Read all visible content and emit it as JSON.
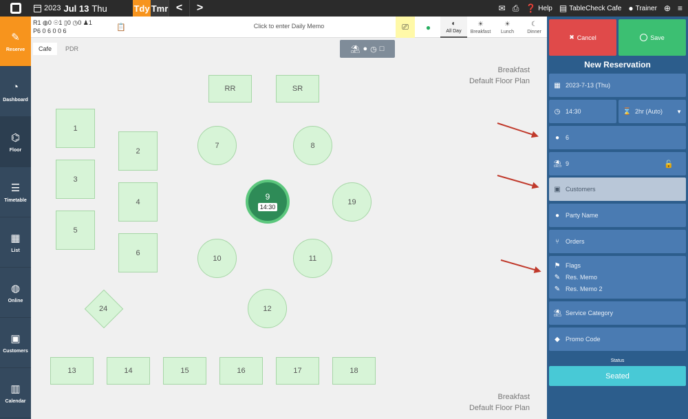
{
  "topbar": {
    "year": "2023",
    "date": "Jul 13",
    "dow": "Thu",
    "today": "Tdy",
    "tomorrow": "Tmr",
    "prev": "<",
    "next": ">",
    "help": "Help",
    "venue": "TableCheck Cafe",
    "user": "Trainer"
  },
  "sidebar": {
    "items": [
      {
        "label": "Reserve",
        "icon": "edit-icon"
      },
      {
        "label": "Dashboard",
        "icon": "gauge-icon"
      },
      {
        "label": "Floor",
        "icon": "shapes-icon"
      },
      {
        "label": "Timetable",
        "icon": "timetable-icon"
      },
      {
        "label": "List",
        "icon": "list-icon"
      },
      {
        "label": "Online",
        "icon": "globe-icon"
      },
      {
        "label": "Customers",
        "icon": "id-card-icon"
      },
      {
        "label": "Calendar",
        "icon": "calendar-icon"
      }
    ]
  },
  "stats": {
    "row1": "R1 ◍0 ☉1 ▯0 ◷0 ♟1",
    "row2": "P6   0   6   0   0   6"
  },
  "memo": "Click to enter Daily Memo",
  "services": [
    {
      "label": "All Day",
      "icon": "◐"
    },
    {
      "label": "Breakfast",
      "icon": "☀"
    },
    {
      "label": "Lunch",
      "icon": "☀"
    },
    {
      "label": "Dinner",
      "icon": "☾"
    }
  ],
  "floor": {
    "tabs": [
      "Cafe",
      "PDR"
    ],
    "plan_service": "Breakfast",
    "plan_name": "Default Floor Plan",
    "tables": {
      "RR": "RR",
      "SR": "SR",
      "t1": "1",
      "t2": "2",
      "t3": "3",
      "t4": "4",
      "t5": "5",
      "t6": "6",
      "t7": "7",
      "t8": "8",
      "t9": "9",
      "t10": "10",
      "t11": "11",
      "t12": "12",
      "t13": "13",
      "t14": "14",
      "t15": "15",
      "t16": "16",
      "t17": "17",
      "t18": "18",
      "t19": "19",
      "t24": "24"
    },
    "selected_time": "14:30"
  },
  "reservation": {
    "cancel": "Cancel",
    "save": "Save",
    "title": "New Reservation",
    "date": "2023-7-13 (Thu)",
    "time": "14:30",
    "duration": "2hr (Auto)",
    "party_size": "6",
    "table": "9",
    "customers": "Customers",
    "party_name": "Party Name",
    "orders": "Orders",
    "flags": "Flags",
    "memo1": "Res. Memo",
    "memo2": "Res. Memo 2",
    "service_category": "Service Category",
    "promo_code": "Promo Code",
    "status_label": "Status",
    "status_value": "Seated"
  },
  "colors": {
    "accent": "#f7941d",
    "panel": "#2c5d8c",
    "field": "#4a7bb2",
    "cancel": "#e04a4a",
    "save": "#3cbf72",
    "seated": "#48c9d6",
    "table": "#d7f4d7",
    "selected_table": "#2e8b57",
    "arrow": "#c0392b"
  }
}
